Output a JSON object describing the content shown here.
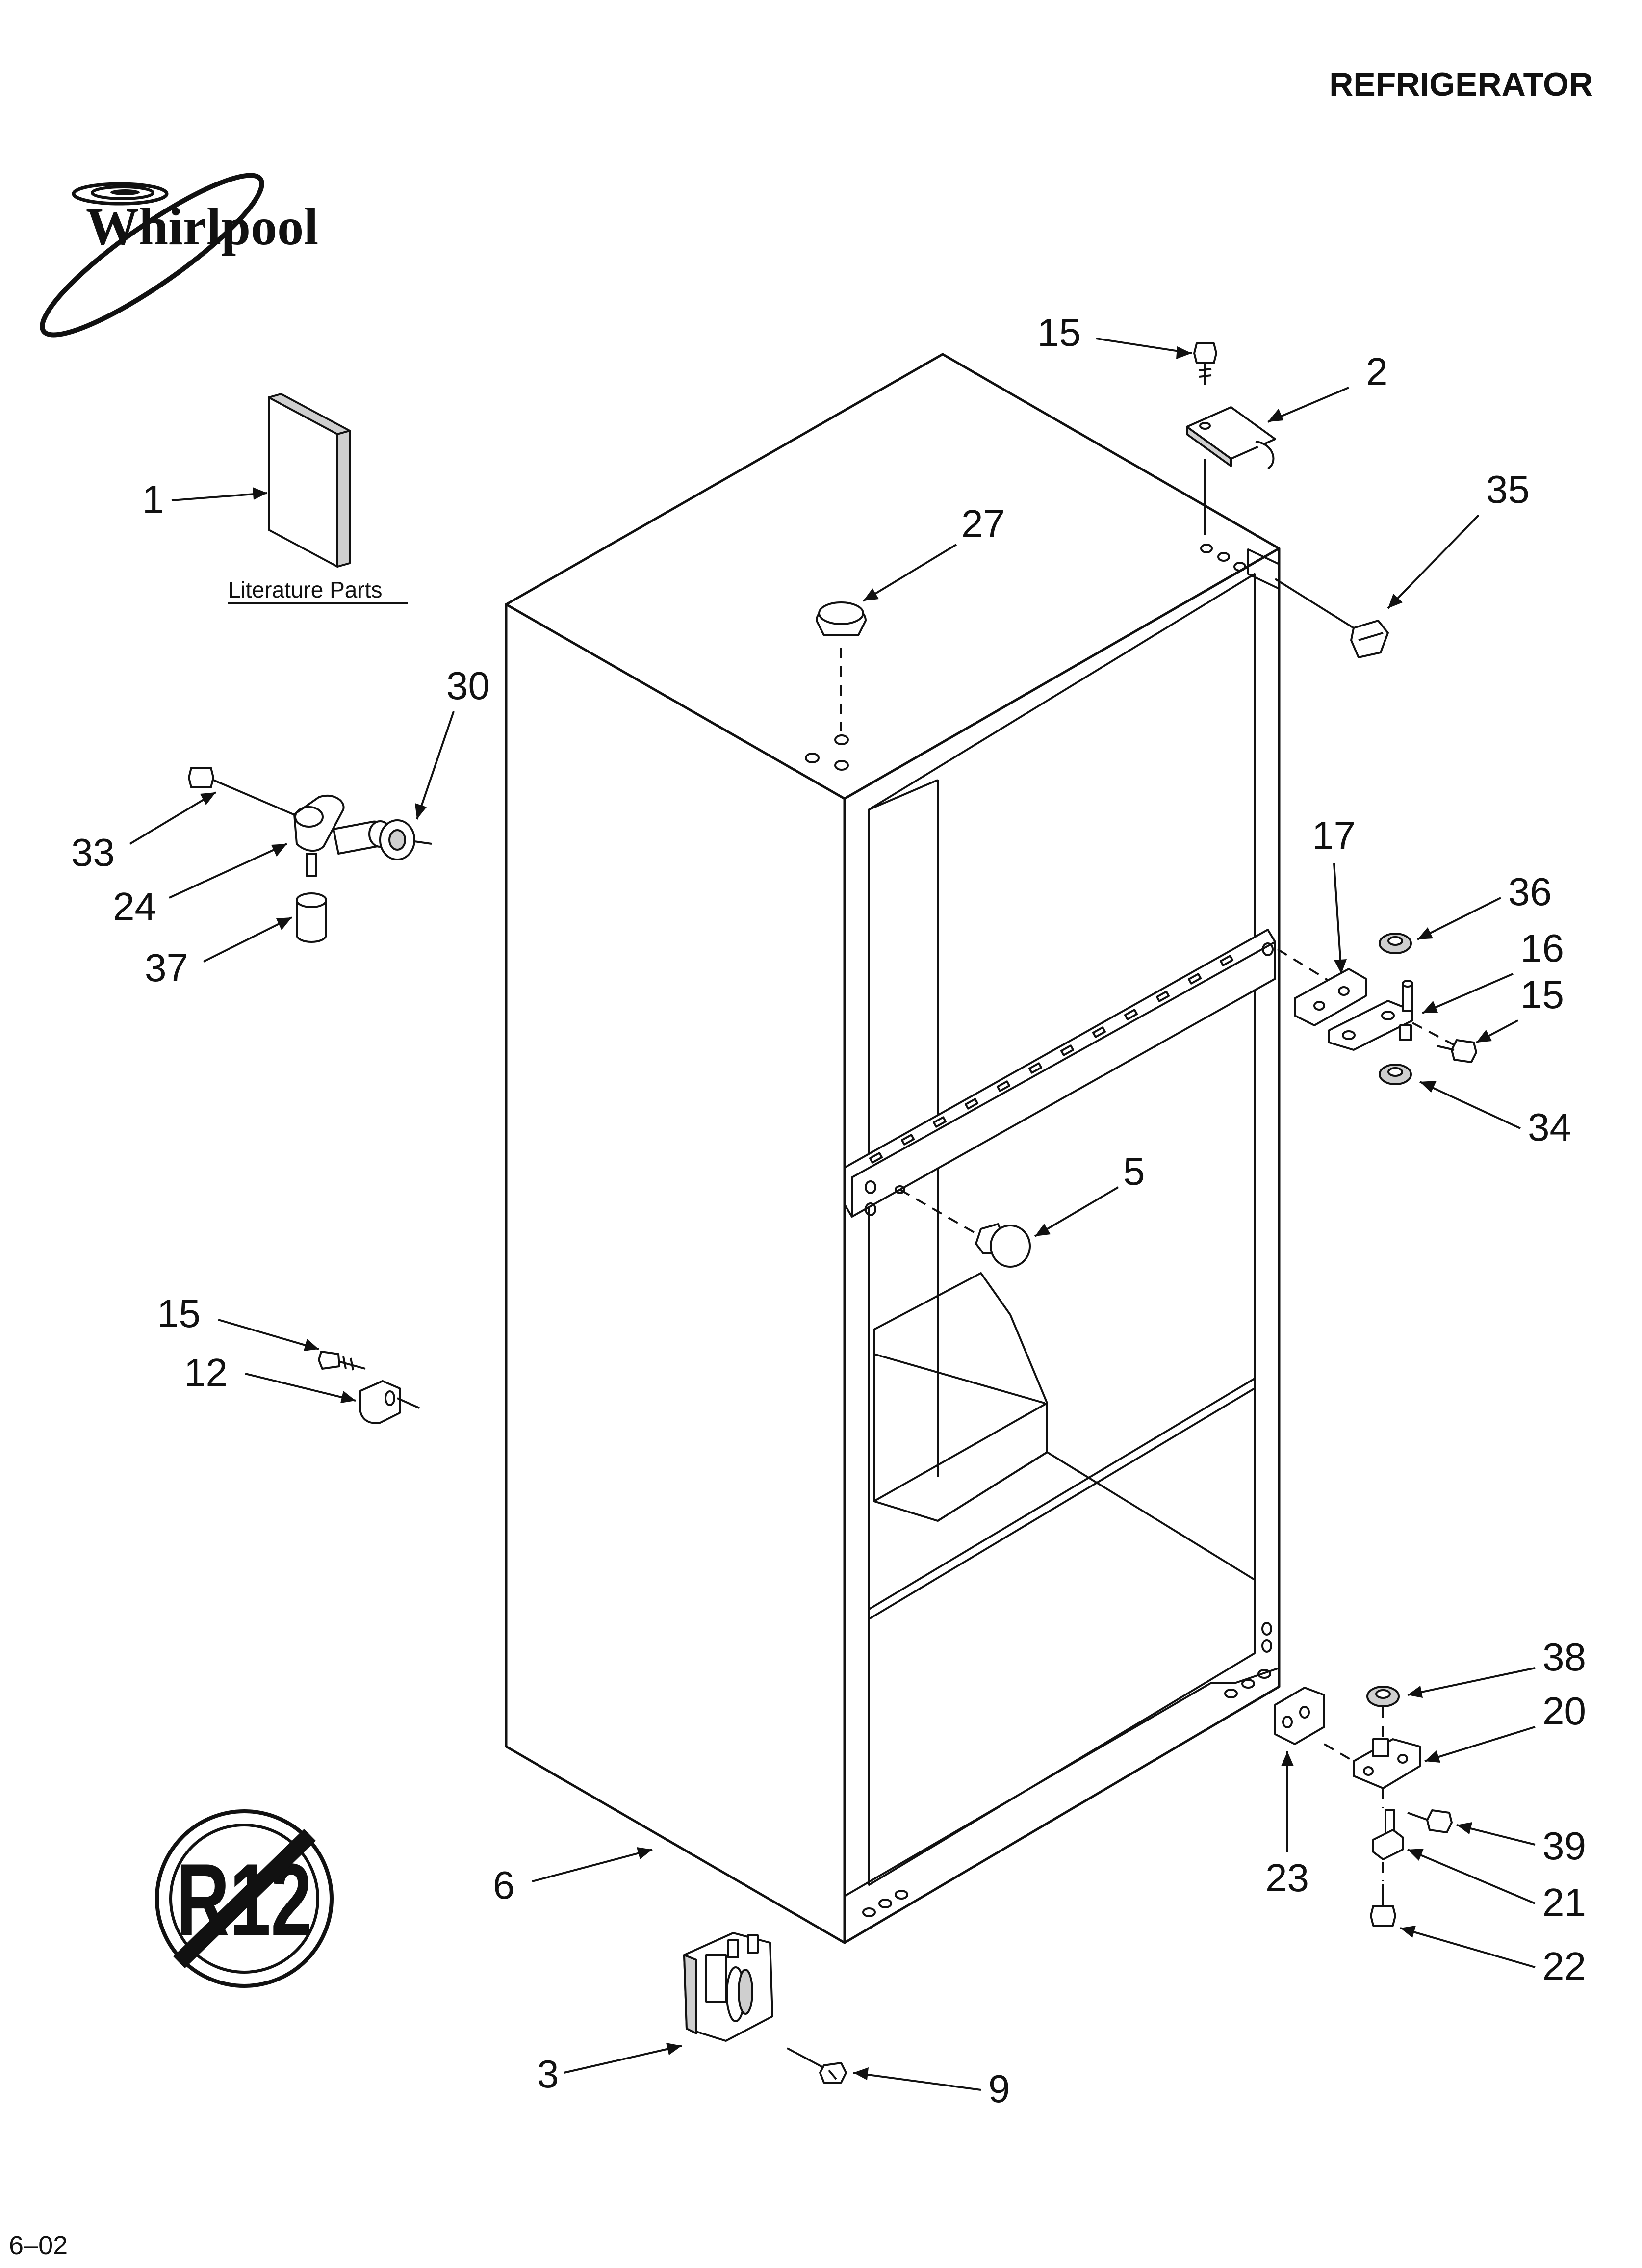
{
  "header": {
    "title": "REFRIGERATOR"
  },
  "brand": {
    "logo_text": "Whirlpool"
  },
  "literature": {
    "label": "Literature Parts"
  },
  "badge": {
    "text": "R12"
  },
  "footer": {
    "date_code": "6–02"
  },
  "callouts": {
    "c1": "1",
    "c2": "2",
    "c3": "3",
    "c5": "5",
    "c6": "6",
    "c9": "9",
    "c12": "12",
    "c15_top": "15",
    "c15_right": "15",
    "c15_left": "15",
    "c16": "16",
    "c17": "17",
    "c20": "20",
    "c21": "21",
    "c22": "22",
    "c23": "23",
    "c24": "24",
    "c27": "27",
    "c30": "30",
    "c33": "33",
    "c34": "34",
    "c35": "35",
    "c36": "36",
    "c37": "37",
    "c38": "38",
    "c39": "39"
  }
}
